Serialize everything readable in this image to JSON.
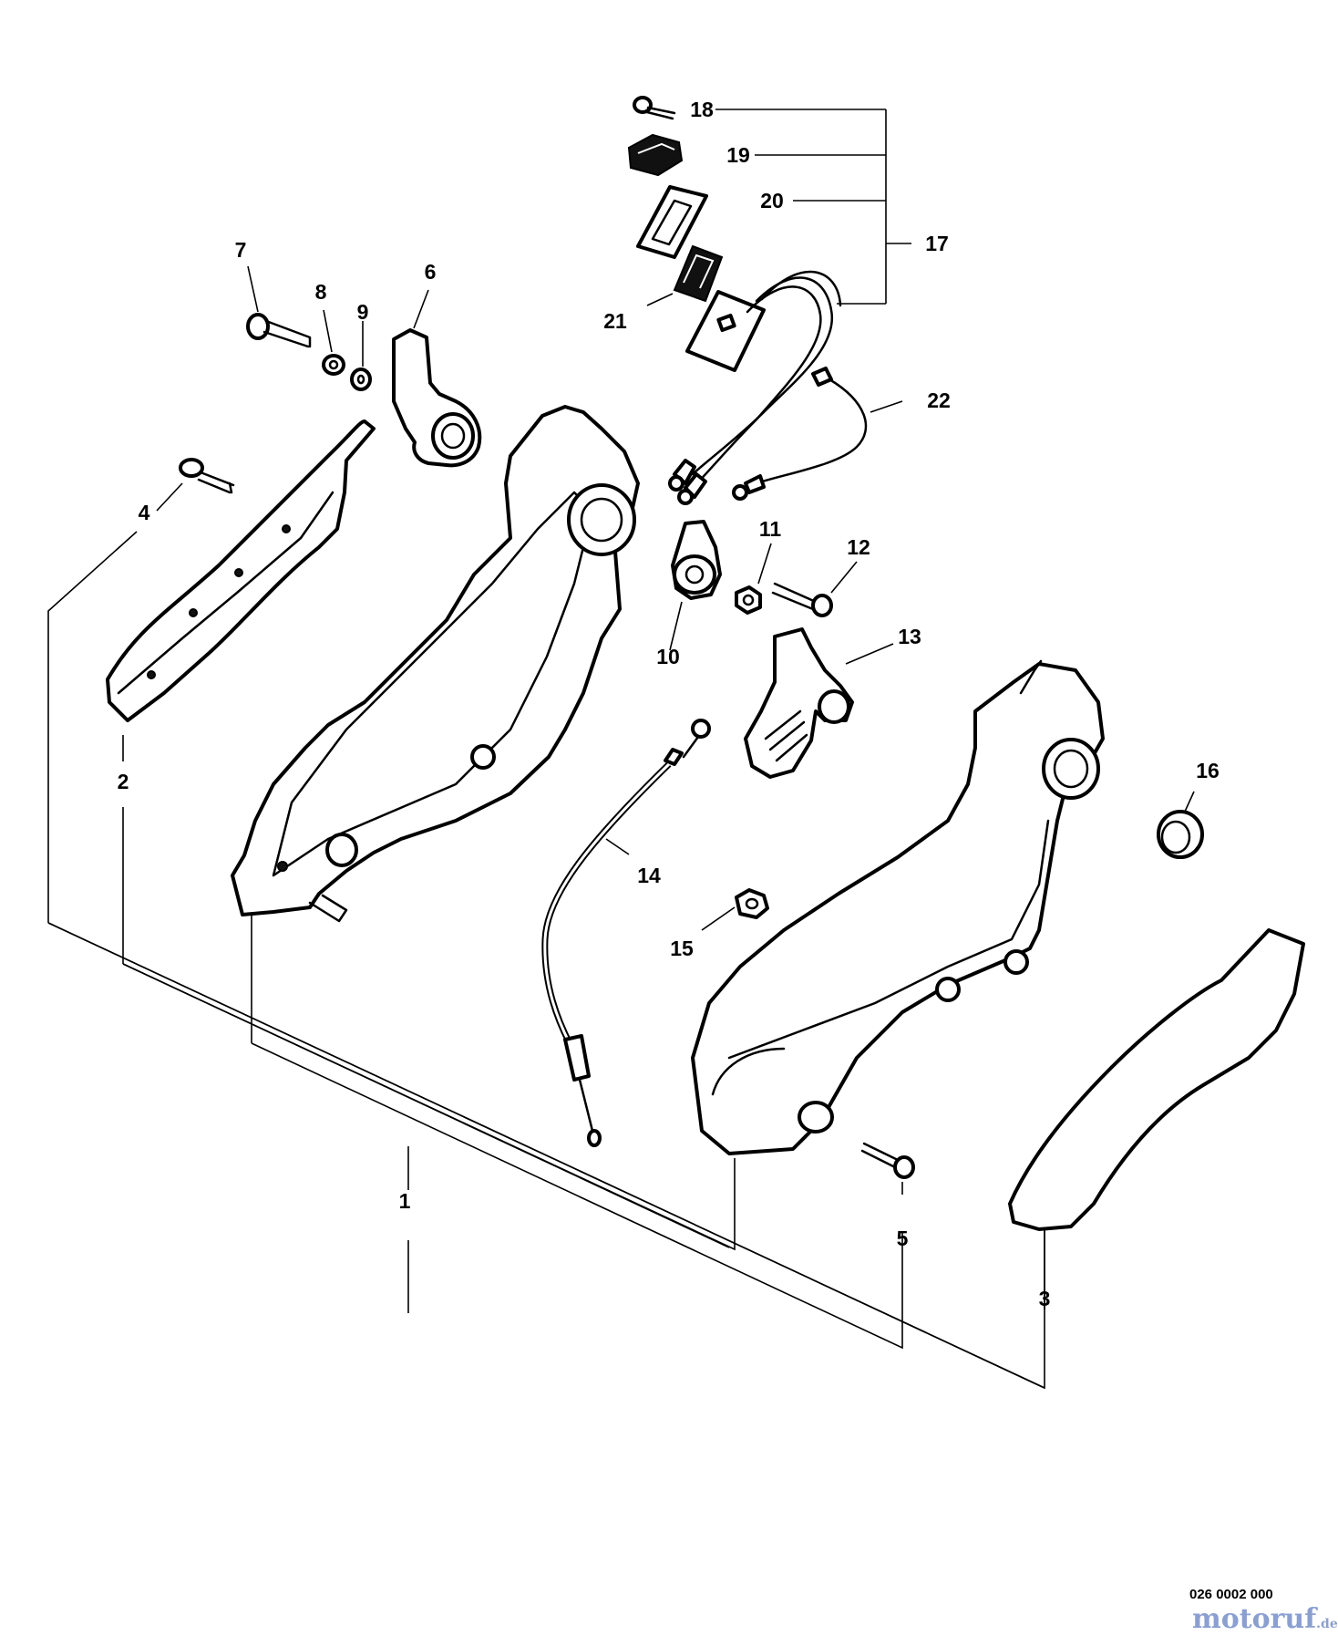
{
  "diagram": {
    "part_labels": [
      "1",
      "2",
      "3",
      "4",
      "5",
      "6",
      "7",
      "8",
      "9",
      "10",
      "11",
      "12",
      "13",
      "14",
      "15",
      "16",
      "17",
      "18",
      "19",
      "20",
      "21",
      "22"
    ],
    "document_code": "026 0002 000",
    "brand": {
      "name": "motoruf",
      "tld": ".de"
    },
    "colors": {
      "line": "#000000",
      "background": "#ffffff",
      "brand": "#8b9fd0"
    }
  }
}
